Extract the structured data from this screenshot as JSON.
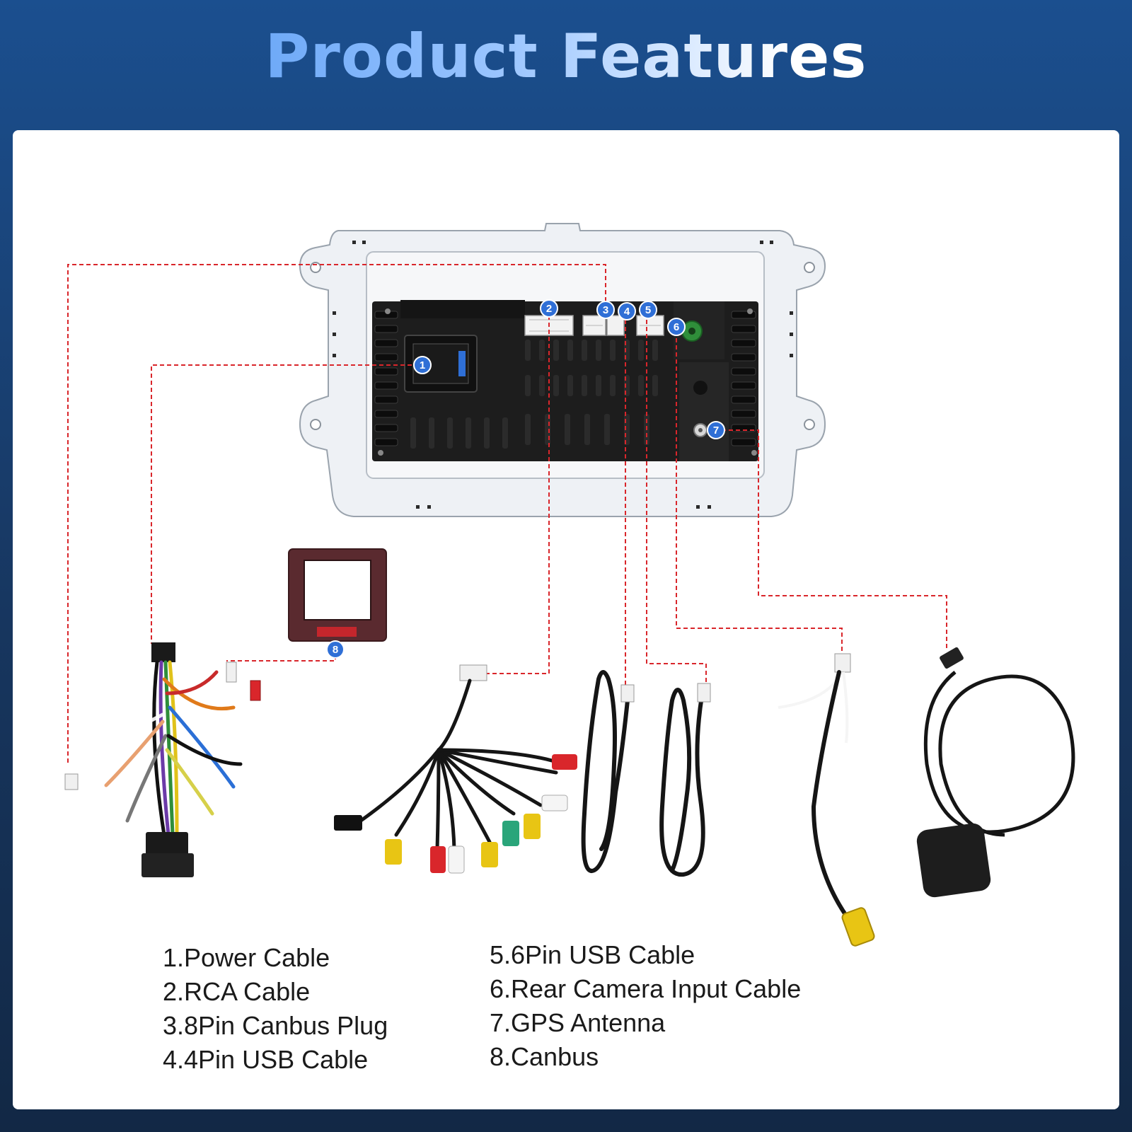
{
  "title": "Product Features",
  "callouts": [
    "1",
    "2",
    "3",
    "4",
    "5",
    "6",
    "7",
    "8"
  ],
  "legend": {
    "left": [
      "1.Power Cable",
      "2.RCA Cable",
      "3.8Pin Canbus Plug",
      "4.4Pin USB Cable"
    ],
    "right": [
      "5.6Pin USB Cable",
      "6.Rear Camera Input Cable",
      "7.GPS Antenna",
      "8.Canbus"
    ]
  },
  "colors": {
    "accent": "#3d8bf0",
    "badge": "#2f6fd6",
    "leader_line": "#d9262b",
    "unit_body": "#1d1d1d",
    "frame": "#e9edf2"
  }
}
